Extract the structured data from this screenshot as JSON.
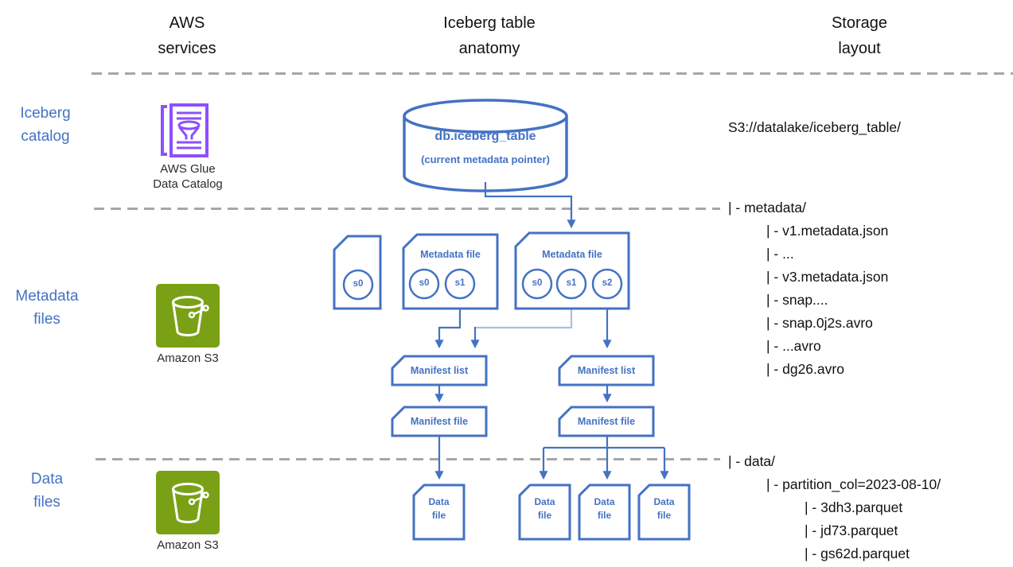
{
  "colors": {
    "accent_blue": "#4472C4",
    "light_blue_connector": "#A9BFE5",
    "glue_purple": "#8C4FFF",
    "s3_green": "#7AA116",
    "divider_gray": "#A6A6A6"
  },
  "headers": {
    "aws_services": "AWS\nservices",
    "iceberg_anatomy": "Iceberg table\nanatomy",
    "storage_layout": "Storage\nlayout"
  },
  "rows": [
    {
      "label": "Iceberg\ncatalog"
    },
    {
      "label": "Metadata\nfiles"
    },
    {
      "label": "Data\nfiles"
    }
  ],
  "aws_services": {
    "glue": {
      "icon": "glue-data-catalog-icon",
      "label": "AWS Glue\nData Catalog"
    },
    "s3_metadata": {
      "icon": "s3-bucket-icon",
      "label": "Amazon S3"
    },
    "s3_data": {
      "icon": "s3-bucket-icon",
      "label": "Amazon S3"
    }
  },
  "anatomy": {
    "catalog_db": {
      "title": "db.iceberg_table",
      "subtitle": "(current metadata pointer)"
    },
    "metadata_files": [
      {
        "label": "",
        "snapshots": [
          "s0"
        ]
      },
      {
        "label": "Metadata file",
        "snapshots": [
          "s0",
          "s1"
        ]
      },
      {
        "label": "Metadata file",
        "snapshots": [
          "s0",
          "s1",
          "s2"
        ]
      }
    ],
    "manifest_lists": [
      {
        "label": "Manifest list"
      },
      {
        "label": "Manifest list"
      }
    ],
    "manifest_files": [
      {
        "label": "Manifest file"
      },
      {
        "label": "Manifest file"
      }
    ],
    "data_files": [
      {
        "label": "Data\nfile"
      },
      {
        "label": "Data\nfile"
      },
      {
        "label": "Data\nfile"
      },
      {
        "label": "Data\nfile"
      }
    ]
  },
  "storage": {
    "root_path": "S3://datalake/iceberg_table/",
    "metadata_tree": [
      {
        "text": "| - metadata/"
      },
      {
        "text": "| - v1.metadata.json"
      },
      {
        "text": "| - ..."
      },
      {
        "text": "| - v3.metadata.json"
      },
      {
        "text": "| - snap...."
      },
      {
        "text": "| - snap.0j2s.avro"
      },
      {
        "text": "| - ...avro"
      },
      {
        "text": "| - dg26.avro"
      }
    ],
    "data_tree": [
      {
        "text": "| - data/"
      },
      {
        "text": "| - partition_col=2023-08-10/"
      },
      {
        "text": "| - 3dh3.parquet"
      },
      {
        "text": "| - jd73.parquet"
      },
      {
        "text": "| - gs62d.parquet"
      }
    ]
  }
}
